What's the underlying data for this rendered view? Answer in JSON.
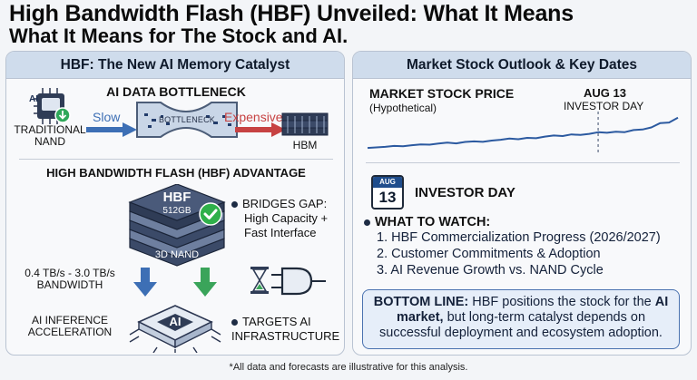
{
  "header": {
    "title": "High Bandwidth Flash (HBF) Unveiled: What It Means",
    "subtitle": "What It Means for The Stock and AI."
  },
  "left_panel": {
    "title": "HBF: The New AI Memory Catalyst",
    "bottleneck": {
      "heading": "AI DATA BOTTLENECK",
      "slow_label": "Slow",
      "expensive_label": "Expensive",
      "pipe_text": "BOTTLENECK",
      "traditional_nand_label": "TRADITIONAL NAND",
      "ai_chip_label": "AI",
      "hbm_label": "HBM"
    },
    "advantage": {
      "heading": "HIGH BANDWIDTH FLASH (HBF) ADVANTAGE",
      "chip_name": "HBF",
      "chip_capacity": "512GB",
      "chip_base_label": "3D NAND",
      "bandwidth_label": "0.4 TB/s - 3.0 TB/s BANDWIDTH",
      "inference_label": "AI INFERENCE ACCELERATION",
      "processor_label": "AI",
      "bullets": [
        {
          "text": "BRIDGES GAP:",
          "detail": "High Capacity + Fast Interface"
        },
        {
          "text": "TARGETS AI INFRASTRUCTURE"
        }
      ]
    },
    "colors": {
      "accent_blue": "#3d6fb5",
      "accent_green": "#3aa45a",
      "accent_red": "#c74242",
      "check_green": "#2fb04a"
    }
  },
  "right_panel": {
    "title": "Market Stock Outlook & Key Dates",
    "chart_label": "MARKET STOCK PRICE",
    "chart_sublabel": "(Hypothetical)",
    "event_date": "AUG 13",
    "event_label": "INVESTOR DAY",
    "calendar": {
      "month": "AUG",
      "day": "13",
      "label": "INVESTOR DAY"
    },
    "watch_heading": "WHAT TO WATCH:",
    "watch_items": [
      "1. HBF Commercialization Progress (2026/2027)",
      "2. Customer Commitments & Adoption",
      "3. AI Revenue Growth vs. NAND Cycle"
    ],
    "bottom_line": {
      "label": "BOTTOM LINE:",
      "text_a": " HBF positions the stock for the ",
      "highlight": "AI market,",
      "text_b": " but long-term catalyst depends on successful deployment and ecosystem adoption."
    }
  },
  "chart_data": {
    "type": "line",
    "title": "MARKET STOCK PRICE",
    "subtitle": "(Hypothetical)",
    "x": [
      0,
      1,
      2,
      3,
      4,
      5,
      6,
      7,
      8,
      9,
      10,
      11,
      12,
      13,
      14,
      15,
      16,
      17,
      18,
      19,
      20,
      21,
      22,
      23,
      24,
      25,
      26,
      27,
      28,
      29,
      30,
      31,
      32,
      33,
      34,
      35
    ],
    "values": [
      10,
      10.5,
      11,
      11.8,
      11.5,
      12.5,
      13.2,
      13,
      14,
      14.8,
      14.2,
      15.5,
      16,
      15.6,
      16.8,
      17.5,
      18.6,
      18,
      19.3,
      19,
      20.5,
      21.5,
      21,
      22.5,
      22,
      23,
      24.5,
      24,
      25,
      24.6,
      26.5,
      27,
      29,
      33,
      33.5,
      38
    ],
    "ylim": [
      5,
      42
    ],
    "annotation": {
      "x": 26,
      "label": "AUG 13 INVESTOR DAY",
      "style": "dashed"
    },
    "grid": false,
    "line_color": "#2c5aa0"
  },
  "footer": {
    "note": "*All data and forecasts are illustrative for this analysis."
  }
}
